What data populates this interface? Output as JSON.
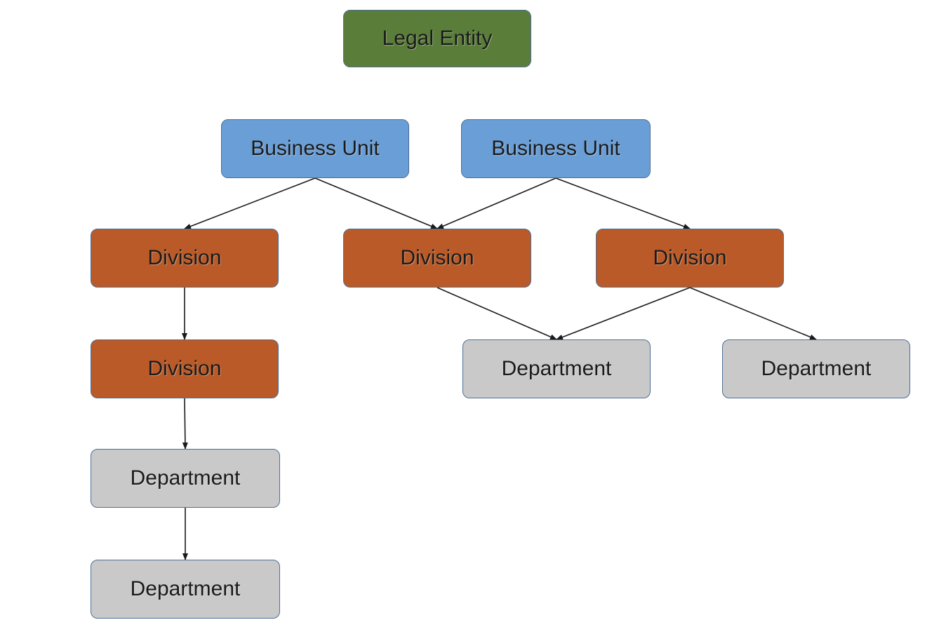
{
  "colors": {
    "legal_entity": "#5a7d39",
    "business_unit": "#6a9ed6",
    "division": "#b95a28",
    "department": "#c9c9c9",
    "edge": "#1a1a1a"
  },
  "nodes": {
    "legal_entity": "Legal Entity",
    "bu1": "Business Unit",
    "bu2": "Business Unit",
    "div1": "Division",
    "div2": "Division",
    "div3": "Division",
    "div4": "Division",
    "dept1": "Department",
    "dept2": "Department",
    "dept3": "Department",
    "dept4": "Department"
  },
  "edges": [
    [
      "bu1",
      "div1"
    ],
    [
      "bu1",
      "div2"
    ],
    [
      "bu2",
      "div2"
    ],
    [
      "bu2",
      "div3"
    ],
    [
      "div1",
      "div4"
    ],
    [
      "div4",
      "dept1"
    ],
    [
      "dept1",
      "dept2"
    ],
    [
      "div2",
      "dept3"
    ],
    [
      "div3",
      "dept3"
    ],
    [
      "div3",
      "dept4"
    ]
  ]
}
